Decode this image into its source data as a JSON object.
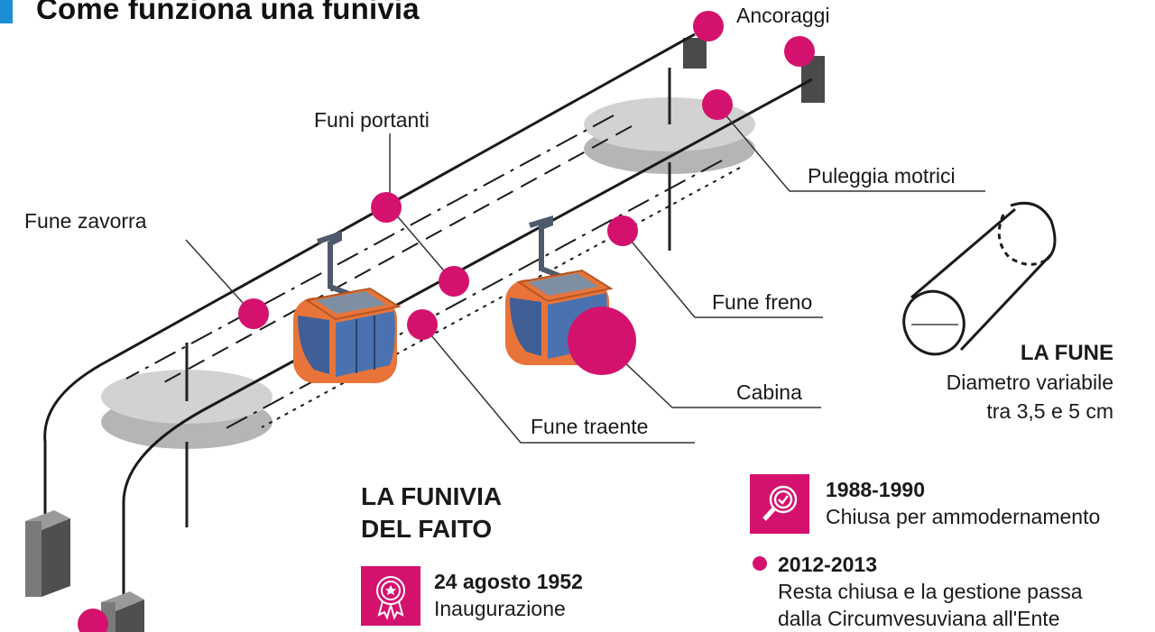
{
  "title": "Come funziona una funivia",
  "labels": {
    "ancoraggi": "Ancoraggi",
    "funi_portanti": "Funi portanti",
    "puleggia_motrici": "Puleggia motrici",
    "fune_zavorra": "Fune zavorra",
    "fune_freno": "Fune freno",
    "cabina": "Cabina",
    "fune_traente": "Fune traente"
  },
  "rope": {
    "heading": "LA FUNE",
    "line1": "Diametro variabile",
    "line2": "tra 3,5 e 5 cm"
  },
  "funivia": {
    "heading_line1": "LA FUNIVIA",
    "heading_line2": "DEL FAITO"
  },
  "events": [
    {
      "date": "24 agosto 1952",
      "text": "Inaugurazione",
      "icon": "award-ribbon-icon"
    },
    {
      "date": "1988-1990",
      "text": "Chiusa per ammodernamento",
      "icon": "magnifier-check-icon"
    },
    {
      "date": "2012-2013",
      "text_line1": "Resta chiusa e la gestione passa",
      "text_line2": "dalla Circumvesuviana all'Ente",
      "icon": "bullet-dot-icon"
    }
  ],
  "colors": {
    "accent_magenta": "#d4126e",
    "cabin_orange": "#e8743a",
    "cabin_blue": "#3f6fae",
    "pulley_grey": "#cfcfcf",
    "title_bar_blue": "#1a8fd6"
  }
}
